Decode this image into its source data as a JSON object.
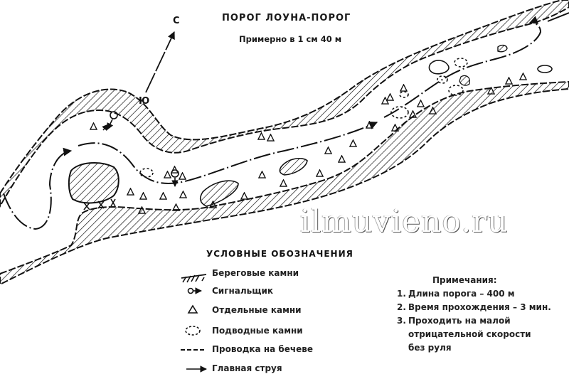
{
  "header": {
    "title": "ПОРОГ ЛОУНА-ПОРОГ",
    "scale": "Примерно в 1 см 40 м"
  },
  "compass": {
    "north": "С",
    "south": "Ю"
  },
  "legend": {
    "title": "УСЛОВНЫЕ ОБОЗНАЧЕНИЯ",
    "items": [
      {
        "symbol": "hatched-bank-icon",
        "label": "Береговые камни"
      },
      {
        "symbol": "signalman-icon",
        "label": "Сигнальщик"
      },
      {
        "symbol": "triangle-rock-icon",
        "label": "Отдельные камни"
      },
      {
        "symbol": "dashed-ellipse-icon",
        "label": "Подводные камни"
      },
      {
        "symbol": "dashed-line-icon",
        "label": "Проводка на бечеве"
      },
      {
        "symbol": "arrow-line-icon",
        "label": "Главная струя"
      }
    ]
  },
  "notes": {
    "title": "Примечания:",
    "items": [
      {
        "num": "1.",
        "text": "Длина порога – 400 м"
      },
      {
        "num": "2.",
        "text": "Время прохождения – 3 мин."
      },
      {
        "num": "3.",
        "text": "Проходить на малой"
      },
      {
        "num": "",
        "text": "отрицательной скорости"
      },
      {
        "num": "",
        "text": "без руля"
      }
    ]
  },
  "watermark": "ilmuvieno.ru",
  "colors": {
    "ink": "#111111",
    "paper": "#ffffff"
  }
}
